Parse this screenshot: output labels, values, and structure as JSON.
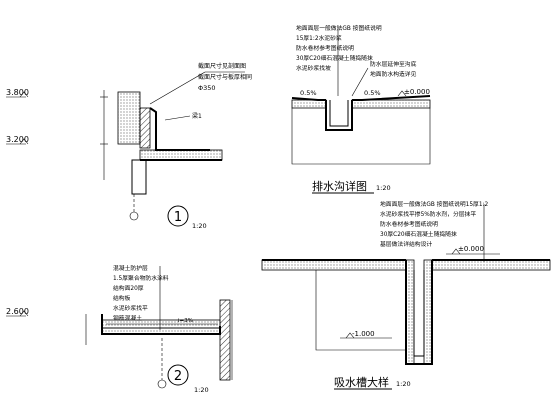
{
  "detail1": {
    "elev_top": "3.800",
    "elev_bottom": "3.200",
    "note_line1": "截面尺寸见剖面图",
    "note_line2": "截面尺寸与板厚相同",
    "note_pipe": "Φ350",
    "label_side": "梁1",
    "number": "1",
    "scale": "1:20"
  },
  "detail2": {
    "elev": "2.600",
    "layers": [
      "混凝土防护层",
      "1.5厚聚合物防水涂料",
      "结构面20厚",
      "结构板",
      "水泥砂浆找平",
      "钢筋混凝土"
    ],
    "slope": "i=3%",
    "number": "2",
    "scale": "1:20"
  },
  "drain_trench": {
    "layers": [
      "地面面层一般做法GB 按图纸说明",
      "15厚1:2水泥砂浆",
      "防水卷材参考图纸说明",
      "30厚C20细石混凝土随捣随抹",
      "水泥砂浆找坡"
    ],
    "note_a": "防水层延伸至沟底",
    "note_b": "地面防水构造详见",
    "slope_left": "0.5%",
    "slope_right": "0.5%",
    "elev": "±0.000",
    "title": "排水沟详图",
    "scale": "1:20"
  },
  "sump_pit": {
    "layers": [
      "地面面层一般做法GB 按图纸说明15厚1:2",
      "水泥砂浆找平掺5%防水剂，分层抹平",
      "防水卷材参考图纸说明",
      "30厚C20细石混凝土随捣随抹",
      "基层做法详结构设计"
    ],
    "elev_top": "±0.000",
    "elev_bottom": "-1.000",
    "title": "吸水槽大样",
    "scale": "1:20"
  }
}
